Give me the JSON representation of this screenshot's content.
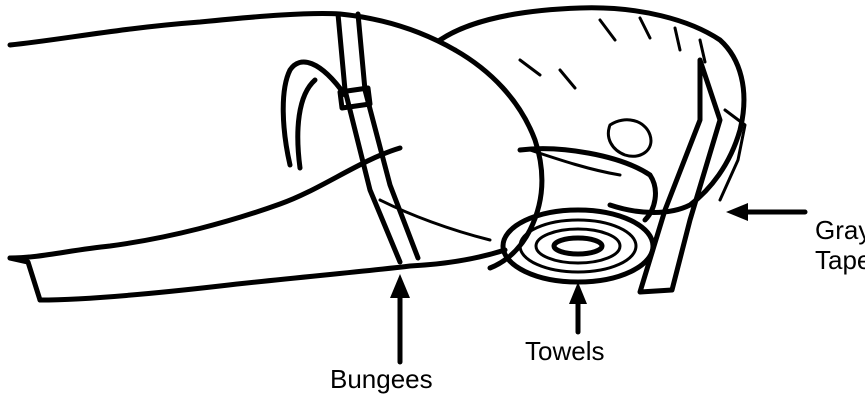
{
  "labels": {
    "bungees": "Bungees",
    "towels": "Towels",
    "gray_tape_line1": "Gray",
    "gray_tape_line2": "Tape"
  },
  "colors": {
    "ink": "#000000",
    "background": "#ffffff"
  }
}
